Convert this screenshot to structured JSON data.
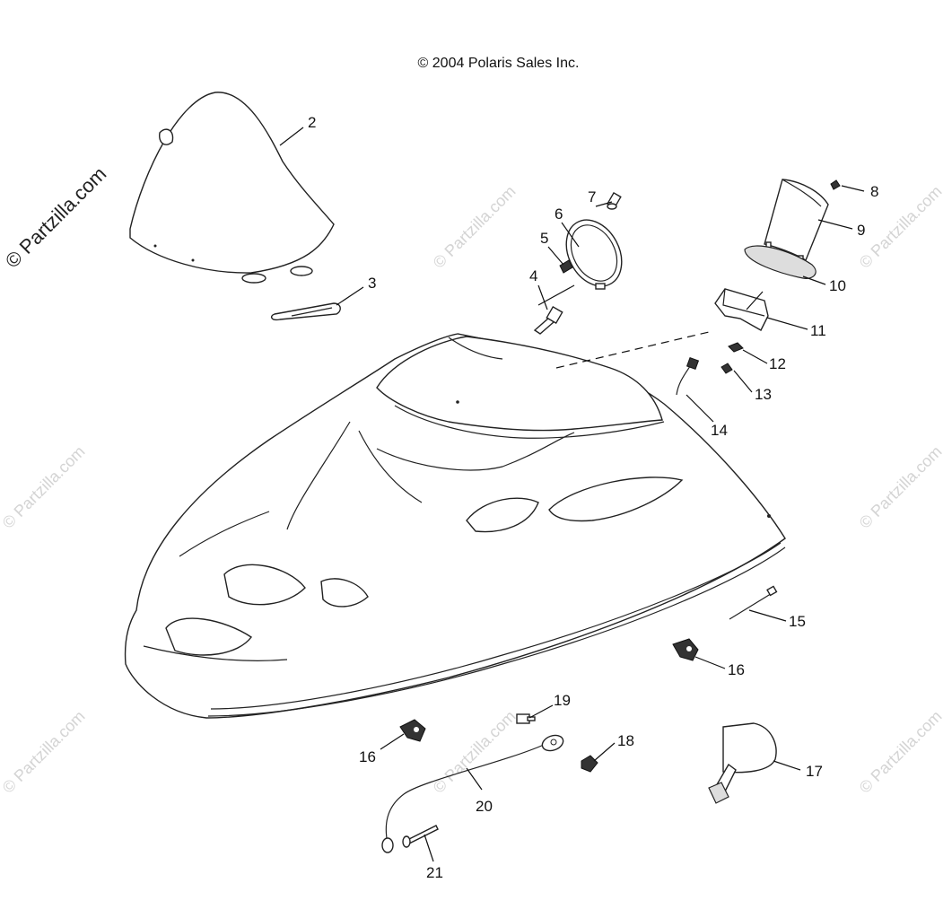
{
  "copyright": "© 2004 Polaris Sales Inc.",
  "watermark_main": "© Partzilla.com",
  "watermark_faint": "© Partzilla.com",
  "callouts": [
    "2",
    "3",
    "4",
    "5",
    "6",
    "7",
    "8",
    "9",
    "10",
    "11",
    "12",
    "13",
    "14",
    "15",
    "16",
    "16",
    "17",
    "18",
    "19",
    "20",
    "21"
  ]
}
